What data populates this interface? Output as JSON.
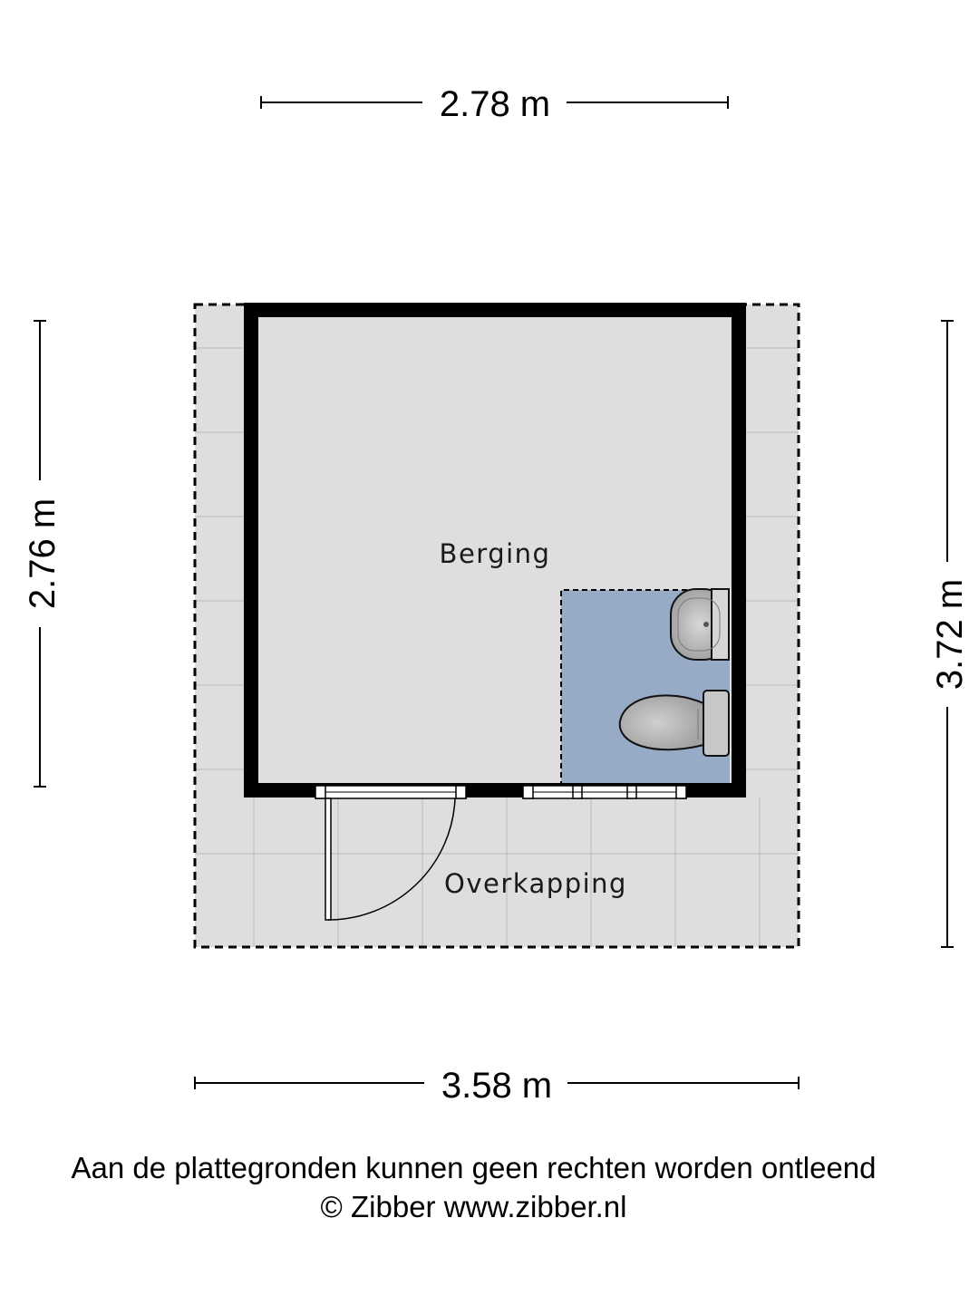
{
  "dimensions": {
    "top_width": "2.78 m",
    "left_depth": "2.76 m",
    "right_depth": "3.72 m",
    "bottom_width": "3.58 m"
  },
  "rooms": {
    "berging": "Berging",
    "overkapping": "Overkapping"
  },
  "footer": {
    "disclaimer": "Aan de plattegronden kunnen geen rechten worden ontleend",
    "credit": "© Zibber www.zibber.nl"
  },
  "colors": {
    "floor_gray": "#dedede",
    "toilet_area_blue": "#97abc6",
    "wall": "#000000",
    "fixture": "#bdbdbd"
  },
  "icons": [
    "sink-icon",
    "toilet-icon",
    "door-swing-icon",
    "window-icon"
  ]
}
